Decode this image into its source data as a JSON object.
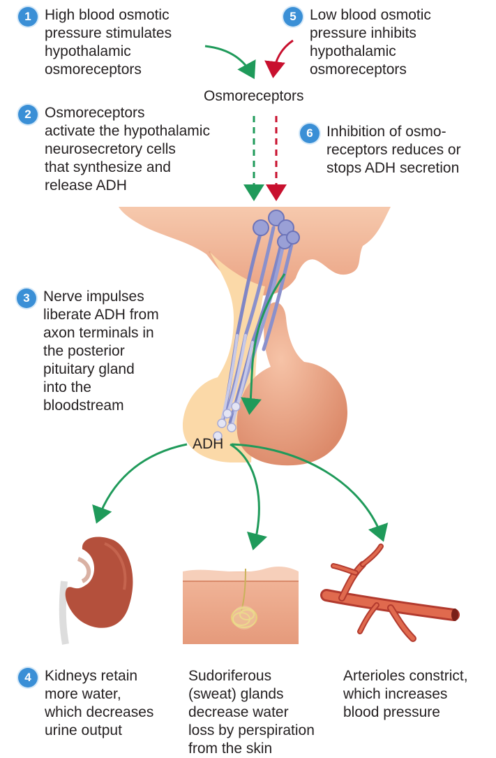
{
  "steps": [
    {
      "number": "1",
      "text": "High blood osmotic\npressure stimulates\nhypothalamic\nosmoreceptors"
    },
    {
      "number": "2",
      "text": "Osmoreceptors\nactivate the hypothalamic\nneurosecretory cells\nthat synthesize and\nrelease ADH"
    },
    {
      "number": "3",
      "text": "Nerve impulses\nliberate ADH from\naxon terminals in\nthe posterior\npituitary gland\ninto the\nbloodstream"
    },
    {
      "number": "4",
      "text": "Kidneys retain\nmore water,\nwhich decreases\nurine output"
    },
    {
      "number": "5",
      "text": "Low blood osmotic\npressure inhibits\nhypothalamic\nosmoreceptors"
    },
    {
      "number": "6",
      "text": "Inhibition of osmo-\nreceptors reduces or\nstops ADH secretion"
    }
  ],
  "labels": {
    "osmoreceptors": "Osmoreceptors",
    "adh": "ADH",
    "sweat_glands": "Sudoriferous\n(sweat) glands\ndecrease water\nloss by perspiration\nfrom the skin",
    "arterioles": "Arterioles constrict,\nwhich increases\nblood pressure"
  },
  "colors": {
    "step_badge": "#3a8fd6",
    "stimulate_arrow": "#1f9a5a",
    "inhibit_arrow": "#c8102e",
    "hypothalamus": "#f2b795",
    "posterior_pituitary": "#fbd9a8",
    "anterior_pituitary": "#e99b7b",
    "neurons": "#7f86c6"
  },
  "icons": [
    "kidney-icon",
    "skin-sweat-gland-icon",
    "arteriole-icon"
  ]
}
